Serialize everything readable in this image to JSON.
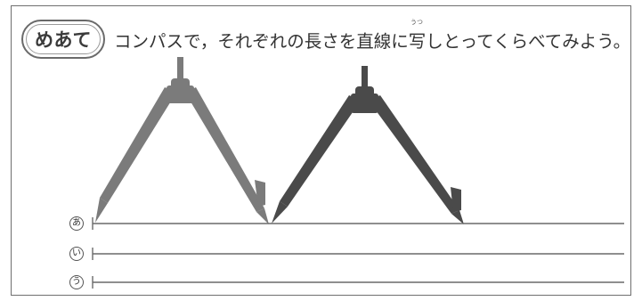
{
  "header": {
    "badge": "めあて",
    "goal": "コンパスで，それぞれの長さを直線に写しとってくらべてみよう。",
    "ruby": "うつ"
  },
  "rows": [
    {
      "mark": "あ"
    },
    {
      "mark": "い"
    },
    {
      "mark": "う"
    }
  ],
  "colors": {
    "compass_light": "#7b7b7b",
    "compass_dark": "#4a4a4a",
    "line": "#6a6a6a"
  },
  "icons": [
    "compass-icon",
    "compass-icon"
  ]
}
